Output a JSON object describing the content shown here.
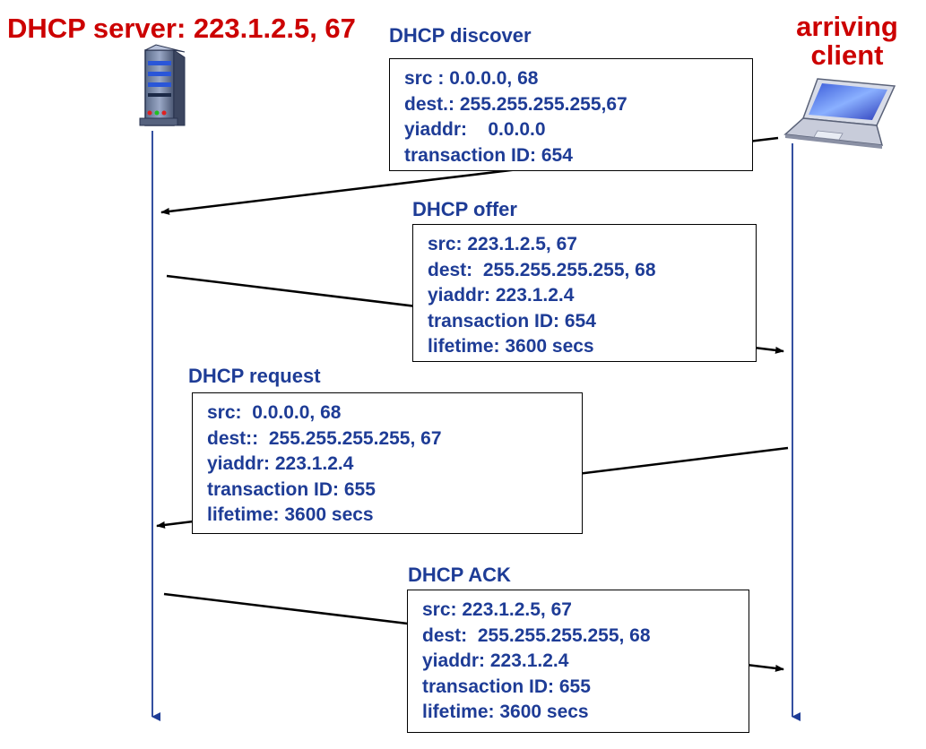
{
  "server": {
    "title": "DHCP server: 223.1.2.5,  67"
  },
  "client": {
    "title_line1": "arriving",
    "title_line2": "client"
  },
  "colors": {
    "title": "#cc0000",
    "text": "#1e3c96",
    "timeline": "#1e3c96",
    "arrow": "#000000"
  },
  "messages": [
    {
      "name": "DHCP discover",
      "lines": [
        "src : 0.0.0.0, 68",
        "dest.: 255.255.255.255,67",
        "yiaddr:    0.0.0.0",
        "transaction ID: 654"
      ]
    },
    {
      "name": "DHCP offer",
      "lines": [
        "src: 223.1.2.5, 67",
        "dest:  255.255.255.255, 68",
        "yiaddr: 223.1.2.4",
        "transaction ID: 654",
        "lifetime: 3600 secs"
      ]
    },
    {
      "name": "DHCP request",
      "lines": [
        "src:  0.0.0.0, 68",
        "dest::  255.255.255.255, 67",
        "yiaddr: 223.1.2.4",
        "transaction ID: 655",
        "lifetime: 3600 secs"
      ]
    },
    {
      "name": "DHCP ACK",
      "lines": [
        "src: 223.1.2.5, 67",
        "dest:  255.255.255.255, 68",
        "yiaddr: 223.1.2.4",
        "transaction ID: 655",
        "lifetime: 3600 secs"
      ]
    }
  ]
}
